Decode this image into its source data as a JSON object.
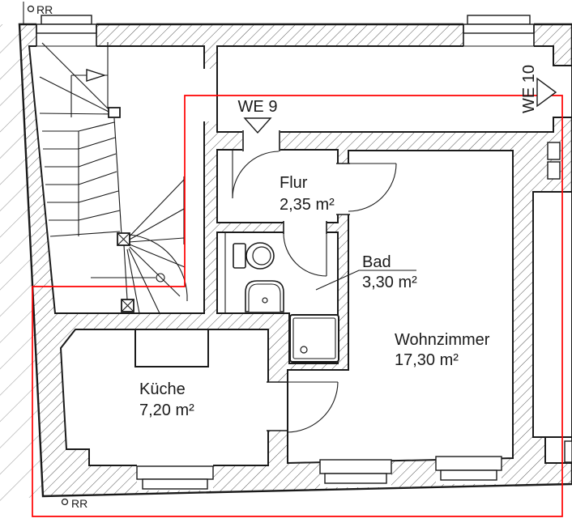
{
  "plan": {
    "units": [
      {
        "id": "we9",
        "label": "WE 9"
      },
      {
        "id": "we10",
        "label": "WE 10"
      }
    ],
    "rooms": [
      {
        "id": "flur",
        "name": "Flur",
        "area": "2,35 m²"
      },
      {
        "id": "bad",
        "name": "Bad",
        "area": "3,30 m²"
      },
      {
        "id": "wohnzimmer",
        "name": "Wohnzimmer",
        "area": "17,30 m²"
      },
      {
        "id": "kueche",
        "name": "Küche",
        "area": "7,20 m²"
      }
    ],
    "markers": [
      {
        "id": "rr-top",
        "label": "RR"
      },
      {
        "id": "rr-bottom",
        "label": "RR"
      }
    ],
    "colors": {
      "boundary": "#ff0000",
      "lines": "#1a1a1a",
      "outside_hatch": "#9b9b9b",
      "background": "#ffffff"
    }
  }
}
